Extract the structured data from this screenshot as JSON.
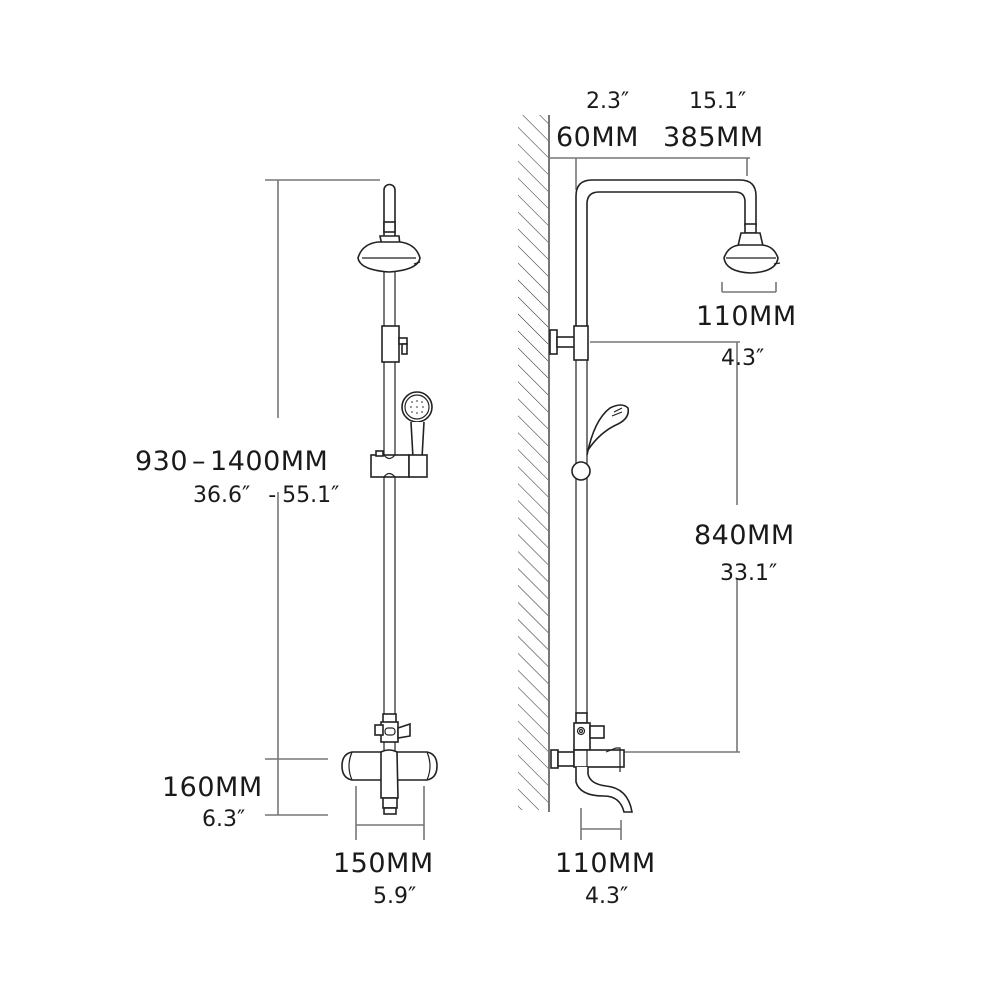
{
  "diagram": {
    "type": "product-dimension-drawing",
    "subject": "shower column set (front and side views)",
    "colors": {
      "line": "#222222",
      "dimension_line": "#777777",
      "text": "#1a1a1a",
      "background": "#ffffff"
    }
  },
  "front_view": {
    "height_range_mm": "930",
    "height_range_dash": "–",
    "height_range_mm_max": "1400MM",
    "height_range_in_min": "36.6″",
    "height_range_in_dash": "-",
    "height_range_in_max": "55.1″",
    "mixer_height_mm": "160MM",
    "mixer_height_in": "6.3″",
    "mixer_width_mm": "150MM",
    "mixer_width_in": "5.9″"
  },
  "side_view": {
    "wall_offset_in": "2.3″",
    "wall_offset_mm": "60MM",
    "arm_length_in": "15.1″",
    "arm_length_mm": "385MM",
    "showerhead_diameter_mm": "110MM",
    "showerhead_diameter_in": "4.3″",
    "column_span_mm": "840MM",
    "column_span_in": "33.1″",
    "spout_reach_mm": "110MM",
    "spout_reach_in": "4.3″"
  }
}
